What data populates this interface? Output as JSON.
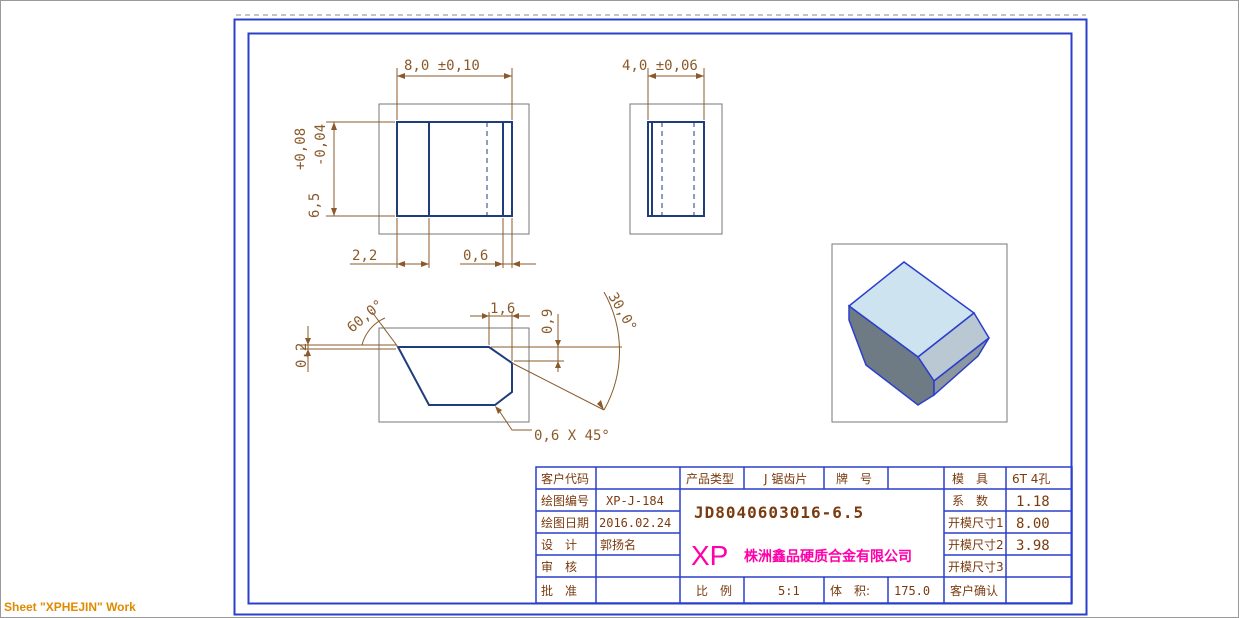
{
  "dims": {
    "width_top": "8,0 ±0,10",
    "width_side": "4,0 ±0,06",
    "height_val": "6,5",
    "height_tol_upper": "+0,08",
    "height_tol_lower": "-0,04",
    "dim_2_2": "2,2",
    "dim_0_6_a": "0,6",
    "angle_60": "60,0°",
    "dim_1_6": "1,6",
    "dim_0_9": "0,9",
    "angle_30": "30,0°",
    "dim_0_2": "0,2",
    "chamfer": "0,6 X 45°"
  },
  "title_block": {
    "customer_code_label": "客户代码",
    "drawing_no_label": "绘图编号",
    "drawing_no_value": "XP-J-184",
    "draw_date_label": "绘图日期",
    "draw_date_value": "2016.02.24",
    "design_label": "设　计",
    "design_value": "郭扬名",
    "review_label": "审　核",
    "approve_label": "批　准",
    "product_type_label": "产品类型",
    "product_type_value": "J 锯齿片",
    "grade_label": "牌　号",
    "part_number": "JD8040603016-6.5",
    "company_logo": "XP",
    "company_name": "株洲鑫品硬质合金有限公司",
    "scale_label": "比　例",
    "scale_value": "5:1",
    "volume_label": "体　积:",
    "volume_value": "175.0",
    "mold_label": "模　具",
    "mold_value": "6T 4孔",
    "coef_label": "系　数",
    "coef_value": "1.18",
    "mold_size1_label": "开模尺寸1",
    "mold_size1_value": "8.00",
    "mold_size2_label": "开模尺寸2",
    "mold_size2_value": "3.98",
    "mold_size3_label": "开模尺寸3",
    "customer_confirm_label": "客户确认"
  },
  "sheet_label": "Sheet \"XPHEJIN\" Work",
  "colors": {
    "border": "#2b3fcc",
    "part_edge": "#1f3d7a",
    "dimension": "#8B5A2B",
    "title_text": "#7a3b10",
    "logo": "#ff00aa",
    "sheet_label": "#e08a00"
  }
}
